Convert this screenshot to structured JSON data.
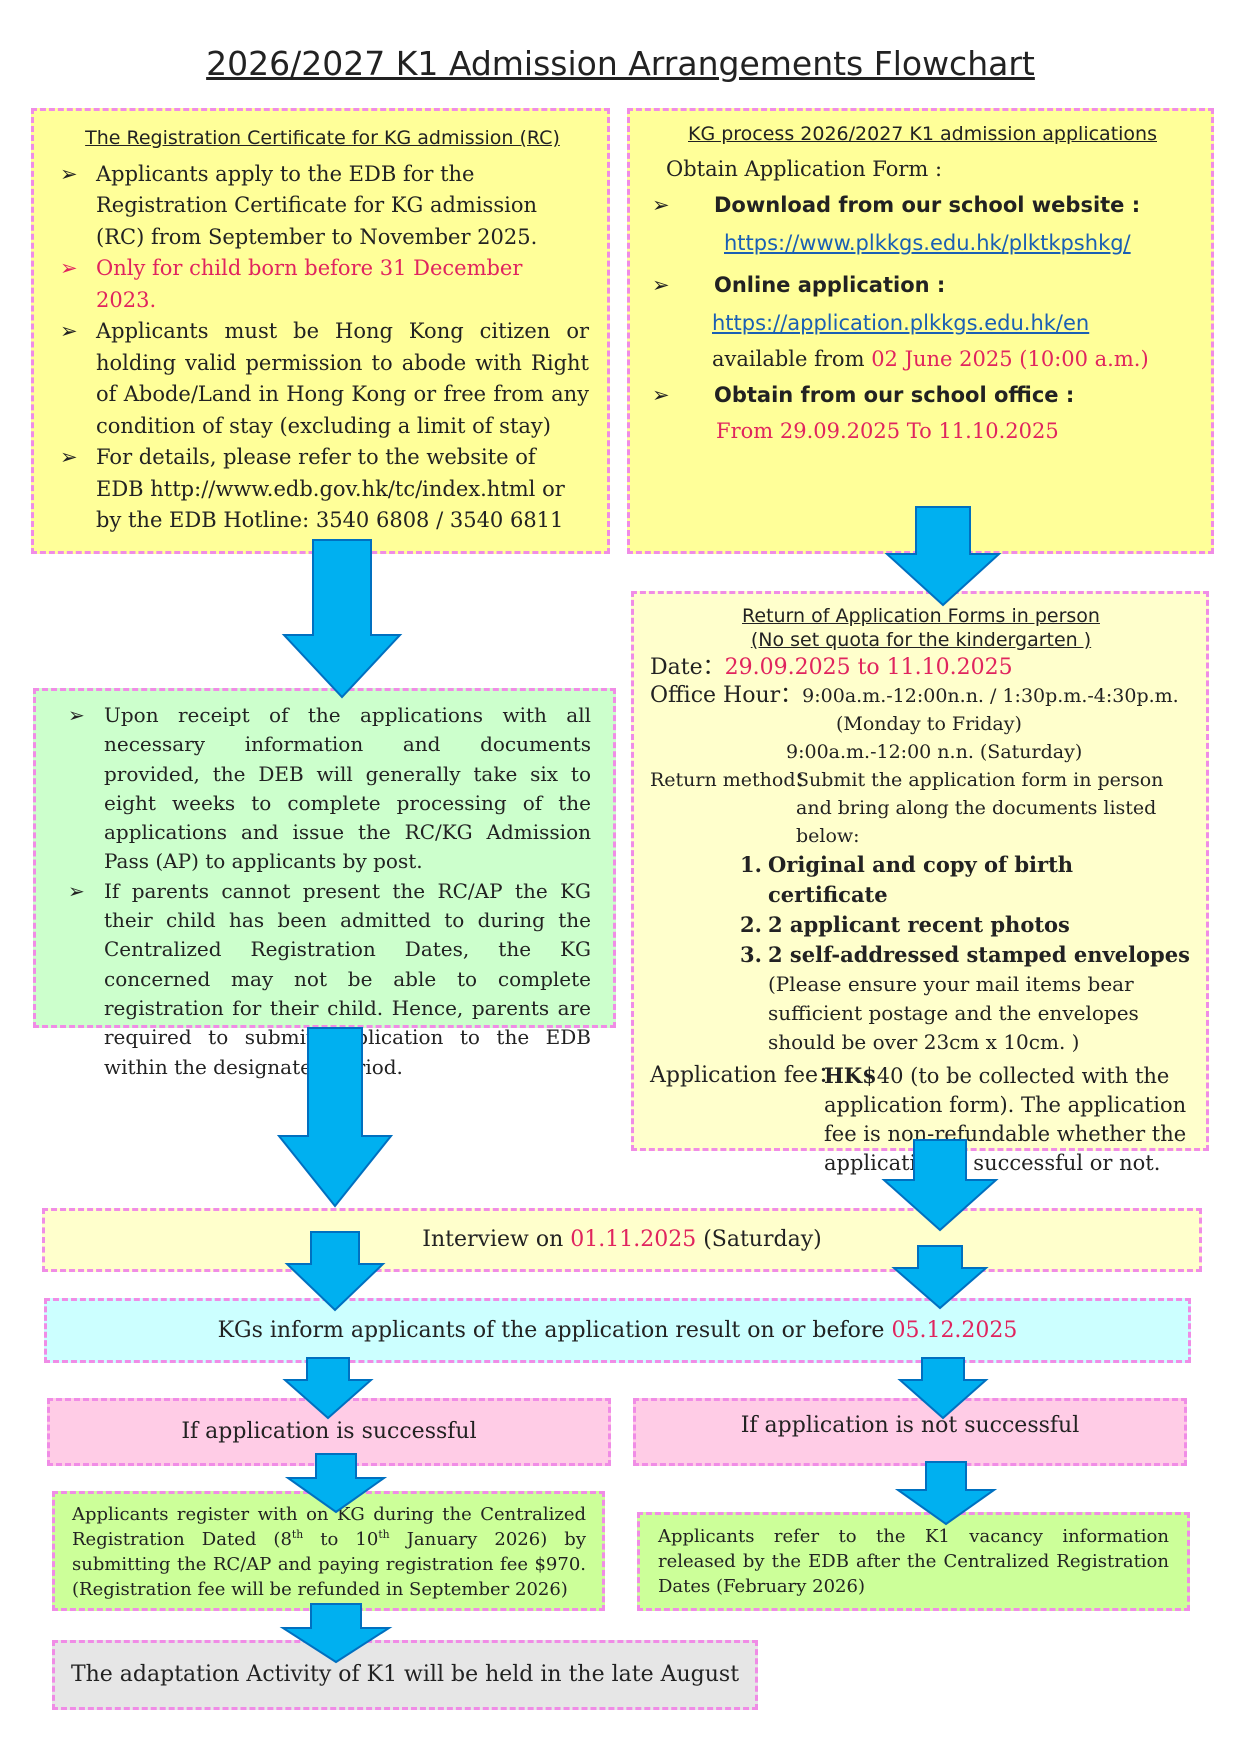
{
  "title": "2026/2027 K1 Admission Arrangements Flowchart",
  "bullet_glyph": "➢",
  "rc_box": {
    "heading": "The Registration Certificate for KG admission (RC)",
    "items": [
      "Applicants apply to the EDB for the Registration Certificate for KG admission (RC) from September to November 2025.",
      "Only for child born before 31 December 2023.",
      "Applicants must be Hong Kong citizen or holding valid permission to abode with Right of Abode/Land in Hong Kong or free from any condition of stay (excluding a limit of stay)",
      "For details, please refer to the website of EDB http://www.edb.gov.hk/tc/index.html or by the EDB Hotline:  3540 6808 / 3540 6811"
    ]
  },
  "kg_box": {
    "heading": "KG process 2026/2027 K1 admission applications",
    "intro": "Obtain Application Form :",
    "download_label": "Download from our school website :",
    "download_url": "https://www.plkkgs.edu.hk/plktkpshkg/",
    "online_label": "Online application :",
    "online_url": "https://application.plkkgs.edu.hk/en",
    "available_prefix": "available from",
    "available_date": "02 June 2025 (10:00 a.m.)",
    "office_label": "Obtain from our school office :",
    "office_dates": "From 29.09.2025 To 11.10.2025"
  },
  "return_box": {
    "heading1": "Return of Application Forms in person",
    "heading2": "(No set quota for the kindergarten )",
    "date_label": "Date：",
    "date_value": "29.09.2025 to 11.10.2025",
    "office_hour_label": "Office Hour：",
    "office_hour_1": "9:00a.m.-12:00n.n. / 1:30p.m.-4:30p.m.",
    "office_hour_2": "(Monday to Friday)",
    "office_hour_3": "9:00a.m.-12:00 n.n. (Saturday)",
    "method_label": "Return method：",
    "method_text": "Submit the application form in person and bring along the documents listed below:",
    "documents": [
      {
        "num": "1.",
        "bold": "Original and copy of birth certificate",
        "rest": ""
      },
      {
        "num": "2.",
        "bold": "2 applicant recent photos",
        "rest": ""
      },
      {
        "num": "3.",
        "bold": "2 self-addressed stamped envelopes",
        "rest": " (Please ensure your mail items bear sufficient postage and the envelopes should be over 23cm x 10cm. )"
      }
    ],
    "fee_label": "Application fee：",
    "fee_amount": "HK$",
    "fee_value": "40",
    "fee_text": " (to be collected with the application form). The application fee is non-refundable whether the application is successful or not."
  },
  "edb_box": {
    "items": [
      "Upon receipt of the applications with all necessary information and documents provided, the DEB will generally take six to eight weeks to complete processing of the applications and issue the RC/KG Admission Pass (AP) to applicants by post.",
      "If parents cannot present the RC/AP the KG their child has been admitted to during the Centralized Registration Dates, the KG concerned may not be able to complete registration for their child. Hence, parents are required to submit application to the EDB within the designated period."
    ]
  },
  "interview": {
    "prefix": "Interview on ",
    "date": "01.11.2025",
    "suffix": " (Saturday)"
  },
  "result": {
    "prefix": "KGs inform applicants of the application result on or before ",
    "date": "05.12.2025"
  },
  "successful": "If application is successful",
  "not_successful": "If application is not successful",
  "register": {
    "p1": "Applicants register with on KG during the Centralized Registration Dated (8",
    "sup1": "th",
    "p2": " to 10",
    "sup2": "th",
    "p3": " January 2026) by submitting the RC/AP and paying registration fee $970. (Registration fee will be refunded in September 2026)"
  },
  "vacancy": "Applicants refer to the K1 vacancy information released by the EDB after the Centralized Registration Dates (February 2026)",
  "adaptation": "The adaptation Activity of K1 will be held in the late August",
  "colors": {
    "arrow_fill": "#00b0f0",
    "arrow_stroke": "#0070c0",
    "dash_border": "#f08ce6",
    "highlight_red": "#e0245e",
    "link_blue": "#1a5fb4"
  }
}
